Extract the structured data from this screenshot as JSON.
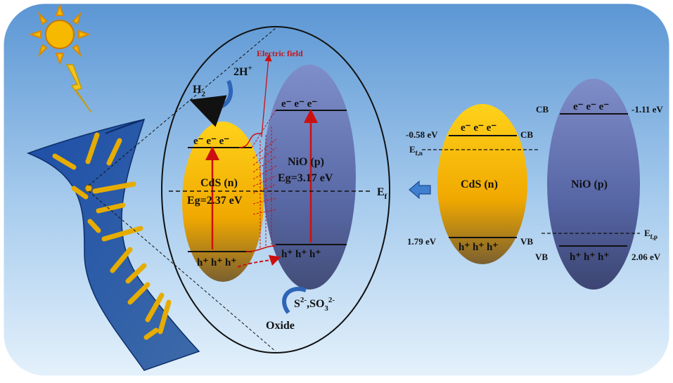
{
  "diagram": {
    "electric_field_label": "Electric field",
    "reduction": {
      "reactant": "2H",
      "reactant_sup": "+",
      "product": "H",
      "product_sub": "2"
    },
    "oxidation": {
      "reactant_a": "S",
      "reactant_a_sup": "2-",
      "reactant_b": ",SO",
      "reactant_b_sub": "3",
      "reactant_b_sup": "2-",
      "product": "Oxide"
    },
    "junction": {
      "cds_label": "CdS (n)",
      "cds_gap": "Eg=2.37 eV",
      "nio_label": "NiO (p)",
      "nio_gap": "Eg=3.17 eV",
      "fermi": "E",
      "fermi_sub": "f"
    },
    "carriers": {
      "electrons": "e⁻  e⁻  e⁻",
      "holes": "h⁺  h⁺  h⁺"
    },
    "separate": {
      "cds": {
        "label": "CdS (n)",
        "cb_value": "-0.58 eV",
        "cb_tag": "CB",
        "vb_value": "1.79 eV",
        "vb_tag": "VB",
        "fermi": "E",
        "fermi_sub": "f,n"
      },
      "nio": {
        "label": "NiO (p)",
        "cb_value": "-1.11 eV",
        "cb_tag": "CB",
        "vb_value": "2.06 eV",
        "vb_tag": "VB",
        "fermi": "E",
        "fermi_sub": "f,p"
      }
    },
    "colors": {
      "cds": "#f2b700",
      "nio": "#5a6aa8",
      "arrow": "#cc1010",
      "frame": "#5b96d4"
    }
  }
}
